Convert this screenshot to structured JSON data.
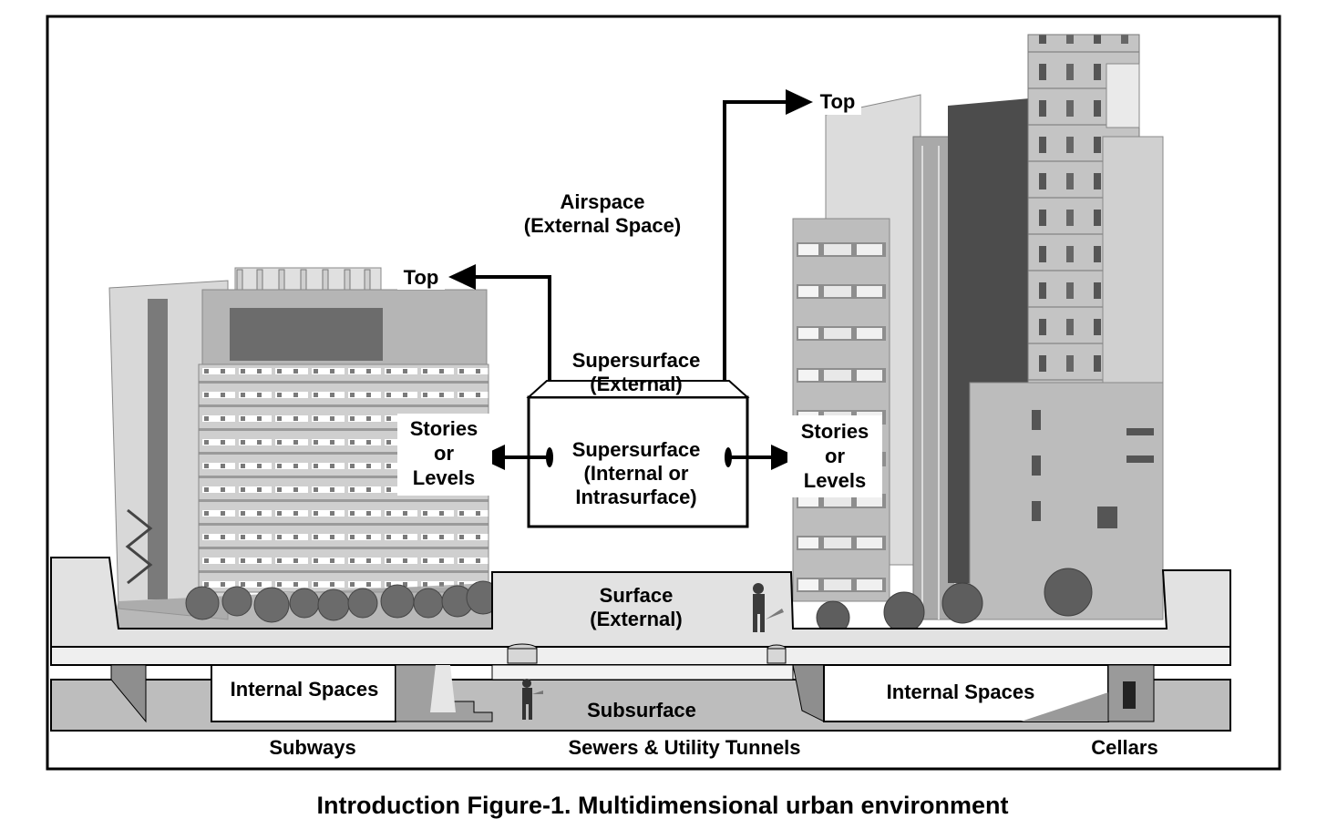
{
  "labels": {
    "airspace_line1": "Airspace",
    "airspace_line2": "(External Space)",
    "top_left": "Top",
    "top_right": "Top",
    "supersurface_external_line1": "Supersurface",
    "supersurface_external_line2": "(External)",
    "supersurface_internal_line1": "Supersurface",
    "supersurface_internal_line2": "(Internal or",
    "supersurface_internal_line3": "Intrasurface)",
    "stories_left_line1": "Stories",
    "stories_left_line2": "or",
    "stories_left_line3": "Levels",
    "stories_right_line1": "Stories",
    "stories_right_line2": "or",
    "stories_right_line3": "Levels",
    "surface_line1": "Surface",
    "surface_line2": "(External)",
    "internal_spaces_left": "Internal Spaces",
    "internal_spaces_right": "Internal Spaces",
    "subsurface": "Subsurface",
    "subways": "Subways",
    "sewers": "Sewers & Utility Tunnels",
    "cellars": "Cellars"
  },
  "caption": "Introduction Figure-1. Multidimensional urban environment",
  "colors": {
    "frame": "#000000",
    "building_light": "#d4d4d4",
    "building_mid": "#a8a8a8",
    "building_dark": "#6a6a6a",
    "ground": "#dedede",
    "underground": "#b8b8b8"
  }
}
